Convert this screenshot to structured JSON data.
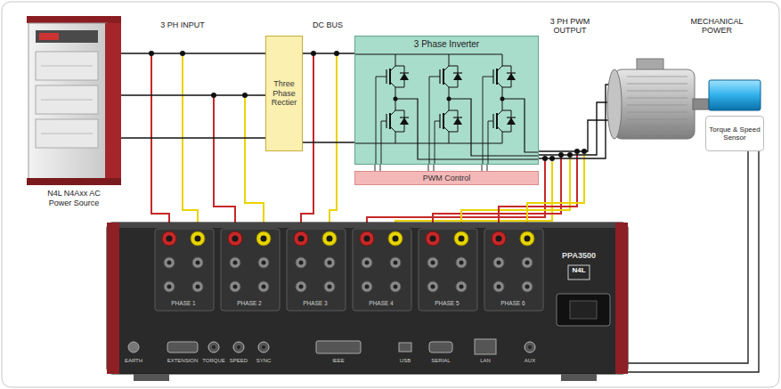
{
  "diagram": {
    "nodes": [
      {
        "text": [
          "N4L N4Axx AC Power Source"
        ]
      },
      {
        "text": [
          "Three Phase Rectier"
        ]
      },
      {
        "text": [
          "3 Phase Inverter"
        ]
      },
      {
        "text": [
          "PWM Control"
        ]
      },
      {
        "text": [
          "Torque & Speed Sensor"
        ]
      },
      {
        "text": [
          "PPA3500"
        ]
      }
    ],
    "edges": [
      {
        "from": 0,
        "to": 1,
        "arrow": "none"
      },
      {
        "from": 0,
        "to": 1,
        "arrow": "none"
      },
      {
        "from": 0,
        "to": 1,
        "arrow": "none"
      },
      {
        "from": 1,
        "to": 2,
        "arrow": "none"
      },
      {
        "from": 1,
        "to": 2,
        "arrow": "none"
      },
      {
        "from": 3,
        "to": 2,
        "arrow": "none"
      },
      {
        "from": 3,
        "to": 2,
        "arrow": "none"
      },
      {
        "from": 3,
        "to": 2,
        "arrow": "none"
      },
      {
        "from": 3,
        "to": 2,
        "arrow": "none"
      },
      {
        "from": 3,
        "to": 2,
        "arrow": "none"
      },
      {
        "from": 3,
        "to": 2,
        "arrow": "none"
      },
      {
        "from": 4,
        "to": 5,
        "arrow": "none"
      },
      {
        "from": 4,
        "to": 5,
        "arrow": "none"
      }
    ],
    "labels": [
      "3 PH INPUT",
      "DC BUS",
      "3 PH PWM OUTPUT",
      "MECHANICAL POWER",
      "PHASE 1",
      "PHASE 2",
      "PHASE 3",
      "PHASE 4",
      "PHASE 5",
      "PHASE 6",
      "EARTH",
      "EXTENSION",
      "TORQUE",
      "SPEED",
      "SYNC",
      "IEEE",
      "USB",
      "SERIAL",
      "LAN",
      "AUX",
      "N4L"
    ]
  }
}
